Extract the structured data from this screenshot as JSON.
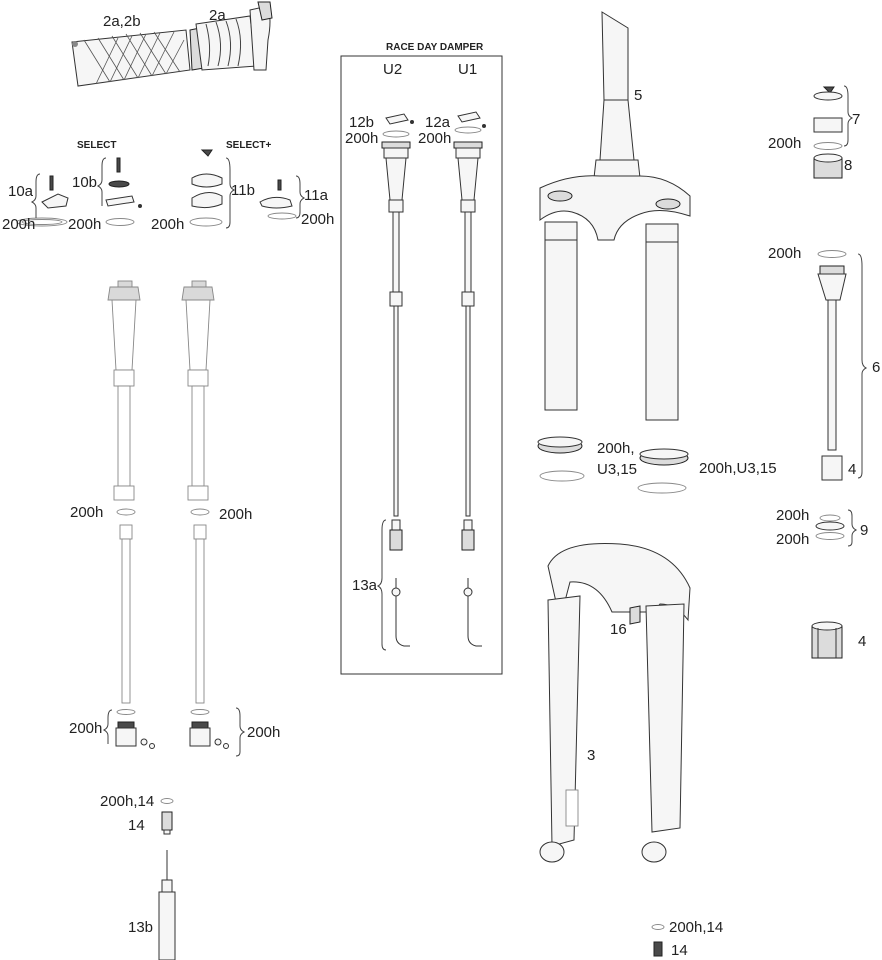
{
  "panel": {
    "title": "RACE DAY DAMPER",
    "columns": [
      "U2",
      "U1"
    ]
  },
  "headers": {
    "select": "SELECT",
    "select_plus": "SELECT+"
  },
  "labels": {
    "grip_pair": "2a,2b",
    "grip_single": "2a",
    "p10a": "10a",
    "p10b": "10b",
    "p11b": "11b",
    "p11a": "11a",
    "h_10a": "200h",
    "h_10b": "200h",
    "h_11b": "200h",
    "h_11a": "200h",
    "p12b": "12b",
    "p12a": "12a",
    "h_12b": "200h",
    "h_12a": "200h",
    "p13a": "13a",
    "p5": "5",
    "p7": "7",
    "h_7": "200h",
    "p8": "8",
    "h_6": "200h",
    "p6": "6",
    "p4_top": "4",
    "seal_left_1": "200h,",
    "seal_left_2": "U3,15",
    "seal_right": "200h,U3,15",
    "h_9a": "200h",
    "h_9b": "200h",
    "p9": "9",
    "p4_bottom": "4",
    "p16": "16",
    "p3": "3",
    "h_spring_left": "200h",
    "h_spring_right": "200h",
    "h_base_left": "200h",
    "h_base_right": "200h",
    "h14_top": "200h,14",
    "p14_top": "14",
    "p13b": "13b",
    "h14_bottom": "200h,14",
    "p14_bottom": "14"
  }
}
